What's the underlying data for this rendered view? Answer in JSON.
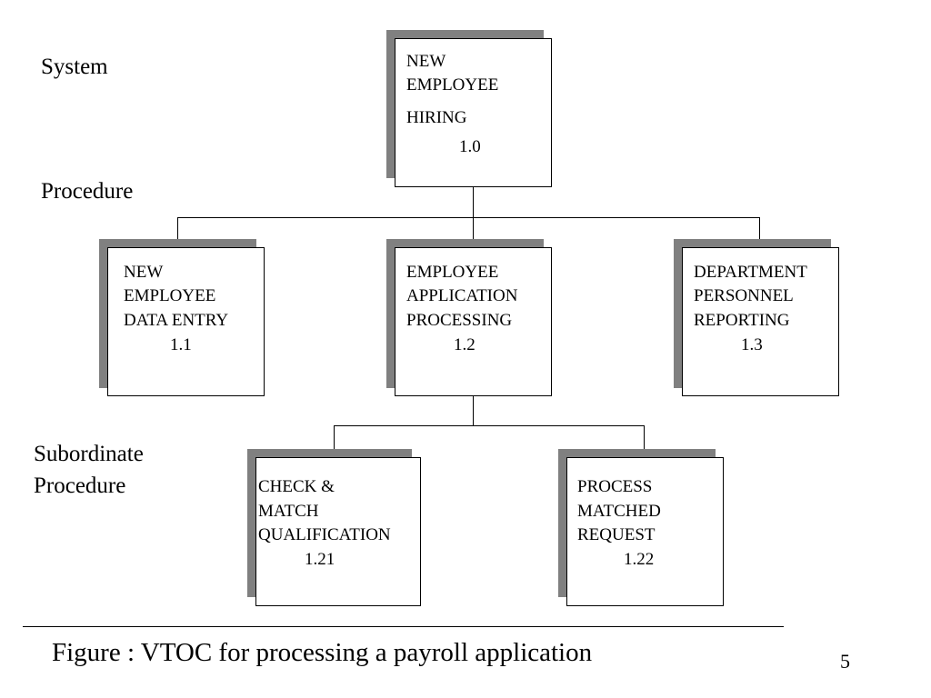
{
  "levels": {
    "system": "System",
    "procedure": "Procedure",
    "subordinate_line1": "Subordinate",
    "subordinate_line2": "Procedure"
  },
  "nodes": {
    "n10": {
      "line1": "NEW",
      "line2": "EMPLOYEE",
      "line3": "HIRING",
      "number": "1.0"
    },
    "n11": {
      "line1": "NEW",
      "line2": "EMPLOYEE",
      "line3": "DATA ENTRY",
      "number": "1.1"
    },
    "n12": {
      "line1": "EMPLOYEE",
      "line2": "APPLICATION",
      "line3": "PROCESSING",
      "number": "1.2"
    },
    "n13": {
      "line1": "DEPARTMENT",
      "line2": "PERSONNEL",
      "line3": "REPORTING",
      "number": "1.3"
    },
    "n121": {
      "line1": "CHECK &",
      "line2": "MATCH",
      "line3": "QUALIFICATION",
      "number": "1.21"
    },
    "n122": {
      "line1": "PROCESS",
      "line2": "MATCHED",
      "line3": "REQUEST",
      "number": "1.22"
    }
  },
  "caption": "Figure : VTOC for processing a payroll application",
  "page_number": "5"
}
